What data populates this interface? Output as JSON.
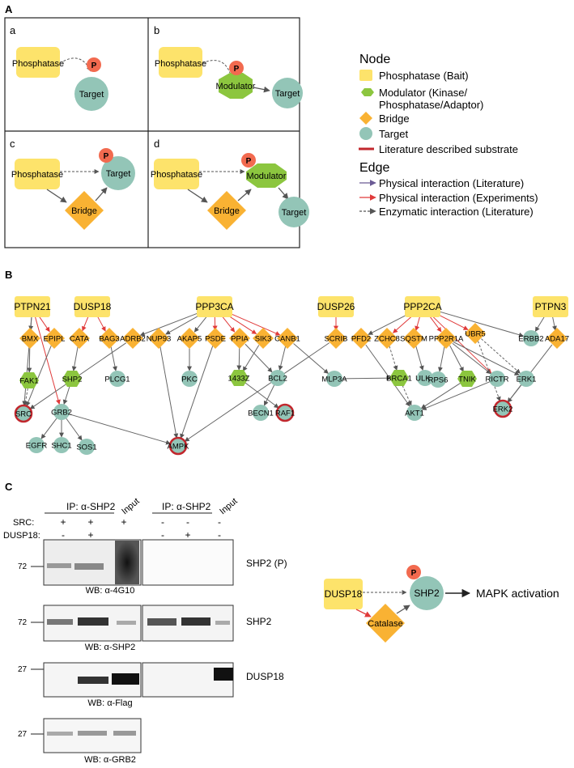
{
  "panel_labels": {
    "A": "A",
    "B": "B",
    "C": "C"
  },
  "panelA": {
    "subpanels": [
      {
        "letter": "a",
        "phosphatase": "Phosphatase",
        "p": "P",
        "target": "Target"
      },
      {
        "letter": "b",
        "phosphatase": "Phosphatase",
        "p": "P",
        "modulator": "Modulator",
        "target": "Target"
      },
      {
        "letter": "c",
        "phosphatase": "Phosphatase",
        "p": "P",
        "target": "Target",
        "bridge": "Bridge"
      },
      {
        "letter": "d",
        "phosphatase": "Phosphatase",
        "p": "P",
        "modulator": "Modulator",
        "target": "Target",
        "bridge": "Bridge"
      }
    ],
    "legend": {
      "node_title": "Node",
      "nodes": {
        "bait": "Phosphatase (Bait)",
        "modulator_1": "Modulator (Kinase/",
        "modulator_2": "Phosphatase/Adaptor)",
        "bridge": "Bridge",
        "target": "Target",
        "substrate": "Literature described substrate"
      },
      "edge_title": "Edge",
      "edges": {
        "phys_lit": "Physical interaction (Literature)",
        "phys_exp": "Physical interaction (Experiments)",
        "enzymatic": "Enzymatic interaction (Literature)"
      },
      "colors": {
        "bait": "#fde36b",
        "modulator": "#8cc63f",
        "bridge": "#f9b233",
        "target": "#93c5b7",
        "substrate": "#c1272d",
        "phys_lit": "#6b5b95",
        "phys_exp": "#e03a3a",
        "enzymatic": "#555555"
      }
    }
  },
  "panelB": {
    "baits": {
      "PTPN21": "PTPN21",
      "DUSP18": "DUSP18",
      "PPP3CA": "PPP3CA",
      "DUSP26": "DUSP26",
      "PPP2CA": "PPP2CA",
      "PTPN3": "PTPN3"
    },
    "bridges": {
      "BMX": "BMX",
      "EPIPL": "EPIPL",
      "CATA": "CATA",
      "BAG3": "BAG3",
      "ADRB2": "ADRB2",
      "NUP93": "NUP93",
      "AKAP5": "AKAP5",
      "PSDE": "PSDE",
      "PPIA": "PPIA",
      "SIK3": "SIK3",
      "CANB1": "CANB1",
      "SCRIB": "SCRIB",
      "PFD2": "PFD2",
      "ZCHC8": "ZCHC8",
      "SQSTM": "SQSTM",
      "PPP2R1A": "PPP2R1A",
      "UBR5": "UBR5",
      "ADA17": "ADA17"
    },
    "modulators": {
      "FAK1": "FAK1",
      "SHP2": "SHP2",
      "1433Z": "1433Z",
      "BRCA1": "BRCA1",
      "TNIK": "TNIK"
    },
    "targets": {
      "PLCG1": "PLCG1",
      "PKC": "PKC",
      "BCL2": "BCL2",
      "MLP3A": "MLP3A",
      "ULK1": "ULK1",
      "RPS6": "RPS6",
      "RICTR": "RICTR",
      "ERK1": "ERK1",
      "ERBB2": "ERBB2",
      "GRB2": "GRB2",
      "BECN1": "BECN1",
      "AKT1": "AKT1",
      "EGFR": "EGFR",
      "SHC1": "SHC1",
      "SOS1": "SOS1",
      "SRC": "SRC",
      "RAF1": "RAF1",
      "ERK2": "ERK2",
      "AMPK": "AMPK"
    }
  },
  "panelC": {
    "ip_label_1": "IP: α-SHP2",
    "ip_label_2": "IP: α-SHP2",
    "input_1": "Input",
    "input_2": "Input",
    "src_label": "SRC:",
    "dusp18_label": "DUSP18:",
    "src_signs": [
      "-",
      "+",
      "+",
      "+",
      "-",
      "-",
      "-"
    ],
    "dusp18_signs": [
      "-",
      "+",
      "-",
      "-",
      "+",
      "-"
    ],
    "blots": [
      {
        "marker": "72",
        "wb": "WB: α-4G10",
        "protein": "SHP2 (P)"
      },
      {
        "marker": "72",
        "wb": "WB: α-SHP2",
        "protein": "SHP2"
      },
      {
        "marker": "27",
        "wb": "WB: α-Flag",
        "protein": "DUSP18"
      },
      {
        "marker": "27",
        "wb": "WB: α-GRB2",
        "protein": ""
      }
    ],
    "model": {
      "dusp18": "DUSP18",
      "catalase": "Catalase",
      "shp2": "SHP2",
      "p": "P",
      "outcome": "MAPK activation"
    }
  }
}
